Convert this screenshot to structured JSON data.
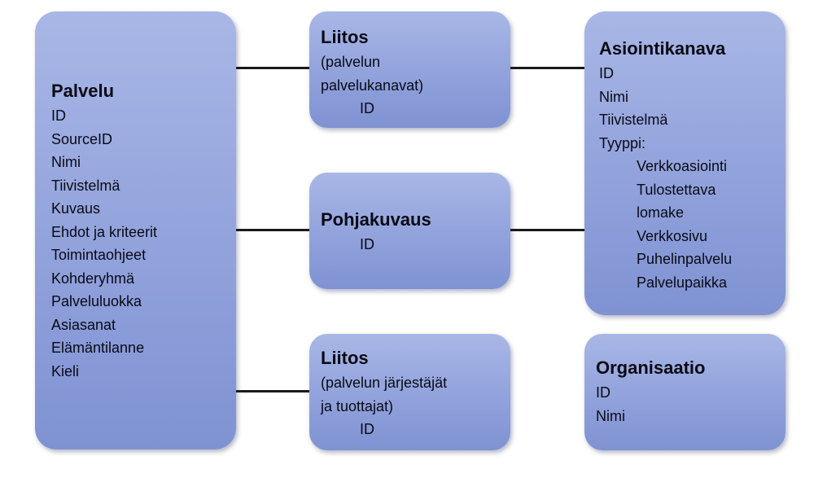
{
  "entities": {
    "palvelu": {
      "title": "Palvelu",
      "fields": [
        "ID",
        "SourceID",
        "Nimi",
        "Tiivistelmä",
        "Kuvaus",
        "Ehdot ja kriteerit",
        "Toimintaohjeet",
        "Kohderyhmä",
        "Palveluluokka",
        "Asiasanat",
        "Elämäntilanne",
        "Kieli"
      ]
    },
    "liitos_kanavat": {
      "title": "Liitos",
      "subtitle_lines": [
        "(palvelun",
        "palvelukanavat)"
      ],
      "fields": [
        "ID"
      ]
    },
    "pohjakuvaus": {
      "title": "Pohjakuvaus",
      "fields": [
        "ID"
      ]
    },
    "liitos_jarjestajat": {
      "title": "Liitos",
      "subtitle_lines": [
        "(palvelun järjestäjät",
        "ja tuottajat)"
      ],
      "fields": [
        "ID"
      ]
    },
    "asiointikanava": {
      "title": "Asiointikanava",
      "fields": [
        "ID",
        "Nimi",
        "Tiivistelmä"
      ],
      "type_label": "Tyyppi:",
      "types": [
        "Verkkoasiointi",
        "Tulostettava",
        "lomake",
        "Verkkosivu",
        "Puhelinpalvelu",
        "Palvelupaikka"
      ]
    },
    "organisaatio": {
      "title": "Organisaatio",
      "fields": [
        "ID",
        "Nimi"
      ]
    }
  },
  "colors": {
    "box_fill_top": "#a9b7e6",
    "box_fill_bottom": "#7f92d2",
    "connector": "#1a1a1a",
    "text": "#0a0a14"
  }
}
